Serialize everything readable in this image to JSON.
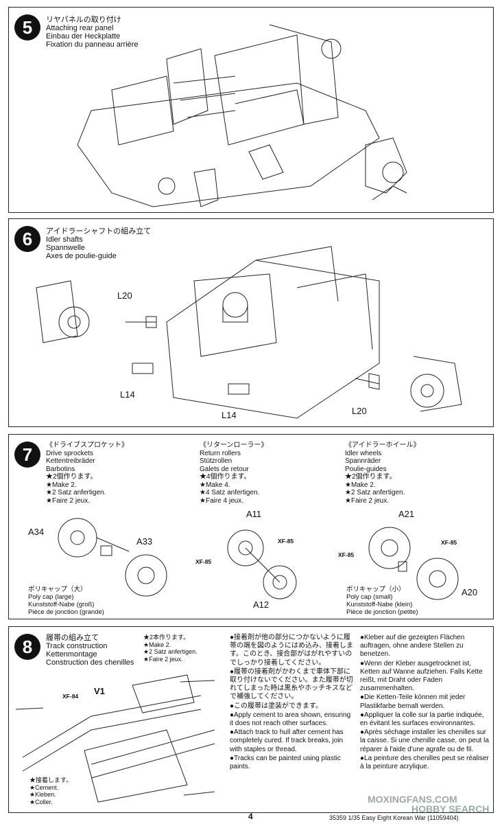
{
  "step5": {
    "number": "5",
    "title_ja": "リヤパネルの取り付け",
    "title_en": "Attaching rear panel",
    "title_de": "Einbau der Heckplatte",
    "title_fr": "Fixation du panneau arrière"
  },
  "step6": {
    "number": "6",
    "title_ja": "アイドラーシャフトの組み立て",
    "title_en": "Idler shafts",
    "title_de": "Spannwelle",
    "title_fr": "Axes de poulie-guide",
    "labels": [
      "L20",
      "L14",
      "L14",
      "L20"
    ]
  },
  "step7": {
    "number": "7",
    "columns": [
      {
        "ja": "《ドライブスプロケット》",
        "en": "Drive sprockets",
        "de": "Kettentreibräder",
        "fr": "Barbotins",
        "note_ja": "★2個作ります。",
        "note_en": "★Make 2.",
        "note_de": "★2 Satz anfertigen.",
        "note_fr": "★Faire 2 jeux."
      },
      {
        "ja": "《リターンローラー》",
        "en": "Return rollers",
        "de": "Stützrollen",
        "fr": "Galets de retour",
        "note_ja": "★4個作ります。",
        "note_en": "★Make 4.",
        "note_de": "★4 Satz anfertigen.",
        "note_fr": "★Faire 4 jeux."
      },
      {
        "ja": "《アイドラーホイール》",
        "en": "Idler wheels",
        "de": "Spannräder",
        "fr": "Poulie-guides",
        "note_ja": "★2個作ります。",
        "note_en": "★Make 2.",
        "note_de": "★2 Satz anfertigen.",
        "note_fr": "★Faire 2 jeux."
      }
    ],
    "parts": {
      "a34": "A34",
      "a33": "A33",
      "a11": "A11",
      "a12": "A12",
      "a21": "A21",
      "a20": "A20",
      "xf85": "XF-85"
    },
    "polycap_large": {
      "ja": "ポリキャップ（大）",
      "en": "Poly cap (large)",
      "de": "Kunststoff-Nabe (groß)",
      "fr": "Pièce de jonction (grande)"
    },
    "polycap_small": {
      "ja": "ポリキャップ（小）",
      "en": "Poly cap (small)",
      "de": "Kunststoff-Nabe (klein)",
      "fr": "Pièce de jonction (petite)"
    }
  },
  "step8": {
    "number": "8",
    "title_ja": "履帯の組み立て",
    "title_en": "Track construction",
    "title_de": "Kettenmontage",
    "title_fr": "Construction des chenilles",
    "note_ja": "★2本作ります。",
    "note_en": "★Make 2.",
    "note_de": "★2 Satz anfertigen.",
    "note_fr": "★Faire 2 jeux.",
    "xf84": "XF-84",
    "v1": "V1",
    "cement_ja": "★接着します。",
    "cement_en": "★Cement.",
    "cement_de": "★Kleben.",
    "cement_fr": "★Coller.",
    "ja_text": [
      "●接着剤が他の部分につかないように履帯の端を図のようにはめ込み、接着します。このとき、接合部がはがれやすいのでしっかり接着してください。",
      "●履帯の接着剤がかわくまで車体下部に取り付けないでください。また履帯が切れてしまった時は黒糸やホッチキスなどで補強してください。",
      "●この履帯は塗装ができます。"
    ],
    "en_text": [
      "●Apply cement to area shown, ensuring it does not reach other surfaces.",
      "●Attach track to hull after cement has completely cured. If track breaks, join with staples or thread.",
      "●Tracks can be painted using plastic paints."
    ],
    "de_text": [
      "●Kleber auf die gezeigten Flächen auftragen, ohne andere Stellen zu benetzen.",
      "●Wenn der Kleber ausgetrocknet ist, Ketten auf Wanne aufziehen. Falls Kette reißt, mit Draht oder Faden zusammenhalten.",
      "●Die Ketten-Teile können mit jeder Plastikfarbe bemalt werden."
    ],
    "fr_text": [
      "●Appliquer la colle sur la partie indiquée, en évitant les surfaces environnantes.",
      "●Après séchage installer les chenilles sur la caisse. Si une chenille casse, on peut la réparer à l'aide d'une agrafe ou de fil.",
      "●La peinture des chenilles peut se réaliser à la peinture acrylique."
    ]
  },
  "footer": {
    "page": "4",
    "code": "35359 1/35 Easy Eight Korean War (11059404)"
  },
  "watermarks": {
    "site1": "MOXINGFANS.COM",
    "site2": "HOBBY SEARCH"
  }
}
